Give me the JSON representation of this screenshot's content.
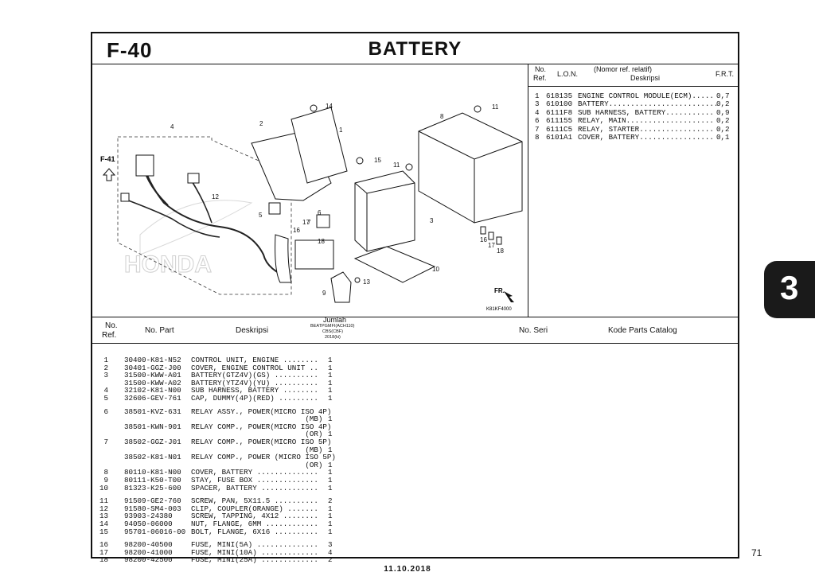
{
  "header": {
    "code": "F-40",
    "title": "BATTERY"
  },
  "diagram": {
    "section_ref": "F-41",
    "fr_label": "FR.",
    "image_code": "K81KF4000",
    "watermark": "HONDA",
    "callouts": [
      "1",
      "2",
      "3",
      "4",
      "5",
      "6",
      "7",
      "8",
      "9",
      "10",
      "11",
      "11",
      "12",
      "13",
      "14",
      "15",
      "16",
      "16",
      "17",
      "17",
      "18",
      "18"
    ]
  },
  "lon_table": {
    "headers": {
      "no": "No.",
      "ref": "Ref.",
      "lon": "L.O.N.",
      "nomor": "(Nomor ref. relatif)",
      "deskripsi": "Deskripsi",
      "frt": "F.R.T."
    },
    "rows": [
      {
        "no": "1",
        "lon": "618135",
        "desc": "ENGINE CONTROL MODULE(ECM).....",
        "frt": "0,7"
      },
      {
        "no": "3",
        "lon": "610100",
        "desc": "BATTERY.........................",
        "frt": "0,2"
      },
      {
        "no": "4",
        "lon": "6111F8",
        "desc": "SUB HARNESS, BATTERY...........",
        "frt": "0,9"
      },
      {
        "no": "6",
        "lon": "611155",
        "desc": "RELAY, MAIN....................",
        "frt": "0,2"
      },
      {
        "no": "7",
        "lon": "6111C5",
        "desc": "RELAY, STARTER.................",
        "frt": "0,2"
      },
      {
        "no": "8",
        "lon": "6101A1",
        "desc": "COVER, BATTERY.................",
        "frt": "0,1"
      }
    ]
  },
  "parts_table": {
    "headers": {
      "no": "No.",
      "ref": "Ref.",
      "part": "No. Part",
      "desc": "Deskripsi",
      "jumlah": "Jumlah",
      "model": "BEATPGMFI(ACH110)",
      "model2": "CBS(CBF)",
      "year": "2018(ki)",
      "seri": "No. Seri",
      "kode": "Kode Parts Catalog"
    },
    "rows": [
      {
        "ref": "1",
        "part": "30400-K81-N52",
        "desc": "CONTROL UNIT, ENGINE ........",
        "qty": "1"
      },
      {
        "ref": "2",
        "part": "30401-GGZ-J00",
        "desc": "COVER, ENGINE CONTROL UNIT ..",
        "qty": "1"
      },
      {
        "ref": "3",
        "part": "31500-KWW-A01",
        "desc": "BATTERY(GTZ4V)(GS) ..........",
        "qty": "1"
      },
      {
        "ref": "",
        "part": "31500-KWW-A02",
        "desc": "BATTERY(YTZ4V)(YU) ..........",
        "qty": "1"
      },
      {
        "ref": "4",
        "part": "32102-K81-N00",
        "desc": "SUB HARNESS, BATTERY ........",
        "qty": "1"
      },
      {
        "ref": "5",
        "part": "32606-GEV-761",
        "desc": "CAP, DUMMY(4P)(RED) .........",
        "qty": "1"
      },
      {
        "ref": "6",
        "part": "38501-KVZ-631",
        "desc": "RELAY ASSY., POWER(MICRO ISO 4P)",
        "qty": ""
      },
      {
        "ref": "",
        "part": "",
        "desc": "                          (MB)",
        "qty": "1"
      },
      {
        "ref": "",
        "part": "38501-KWN-901",
        "desc": "RELAY COMP., POWER(MICRO ISO 4P)",
        "qty": ""
      },
      {
        "ref": "",
        "part": "",
        "desc": "                          (OR)",
        "qty": "1"
      },
      {
        "ref": "7",
        "part": "38502-GGZ-J01",
        "desc": "RELAY COMP., POWER(MICRO ISO 5P)",
        "qty": ""
      },
      {
        "ref": "",
        "part": "",
        "desc": "                          (MB)",
        "qty": "1"
      },
      {
        "ref": "",
        "part": "38502-K81-N01",
        "desc": "RELAY COMP., POWER (MICRO ISO 5P)",
        "qty": ""
      },
      {
        "ref": "",
        "part": "",
        "desc": "                          (OR)",
        "qty": "1"
      },
      {
        "ref": "8",
        "part": "80110-K81-N00",
        "desc": "COVER, BATTERY ..............",
        "qty": "1"
      },
      {
        "ref": "9",
        "part": "80111-K50-T00",
        "desc": "STAY, FUSE BOX ..............",
        "qty": "1"
      },
      {
        "ref": "10",
        "part": "81323-K25-600",
        "desc": "SPACER, BATTERY .............",
        "qty": "1"
      },
      {
        "ref": "11",
        "part": "91509-GE2-760",
        "desc": "SCREW, PAN, 5X11.5 ..........",
        "qty": "2"
      },
      {
        "ref": "12",
        "part": "91580-SM4-003",
        "desc": "CLIP, COUPLER(ORANGE) .......",
        "qty": "1"
      },
      {
        "ref": "13",
        "part": "93903-24380",
        "desc": "SCREW, TAPPING, 4X12 ........",
        "qty": "1"
      },
      {
        "ref": "14",
        "part": "94050-06000",
        "desc": "NUT, FLANGE, 6MM ............",
        "qty": "1"
      },
      {
        "ref": "15",
        "part": "95701-06016-00",
        "desc": "BOLT, FLANGE, 6X16 ..........",
        "qty": "1"
      },
      {
        "ref": "16",
        "part": "98200-40500",
        "desc": "FUSE, MINI(5A) ..............",
        "qty": "3"
      },
      {
        "ref": "17",
        "part": "98200-41000",
        "desc": "FUSE, MINI(10A) .............",
        "qty": "4"
      },
      {
        "ref": "18",
        "part": "98200-42500",
        "desc": "FUSE, MINI(25A) .............",
        "qty": "2"
      }
    ]
  },
  "side_tab": {
    "label": "3"
  },
  "footer": {
    "page_number": "71",
    "date": "11.10.2018"
  }
}
